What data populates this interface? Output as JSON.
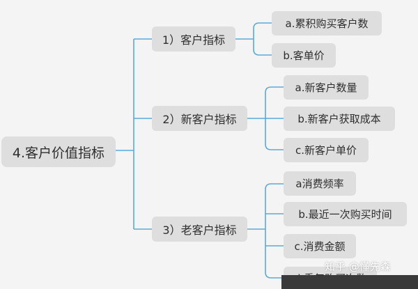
{
  "root": {
    "label": "4.客户价值指标"
  },
  "groups": [
    {
      "label": "1）客户指标",
      "items": [
        "a.累积购买客户数",
        "b.客单价"
      ]
    },
    {
      "label": "2）新客户指标",
      "items": [
        "a.新客户数量",
        "b.新客户获取成本",
        "c.新客户单价"
      ]
    },
    {
      "label": "3）老客户指标",
      "items": [
        "a消费频率",
        "b.最近一次购买时间",
        "c.消费金额",
        "d.重复购买次数"
      ]
    }
  ],
  "watermark": "知乎 @懂先森",
  "colors": {
    "connector": "#5aa9d8",
    "node_bg": "#dedede",
    "background": "#f4f4f4"
  }
}
